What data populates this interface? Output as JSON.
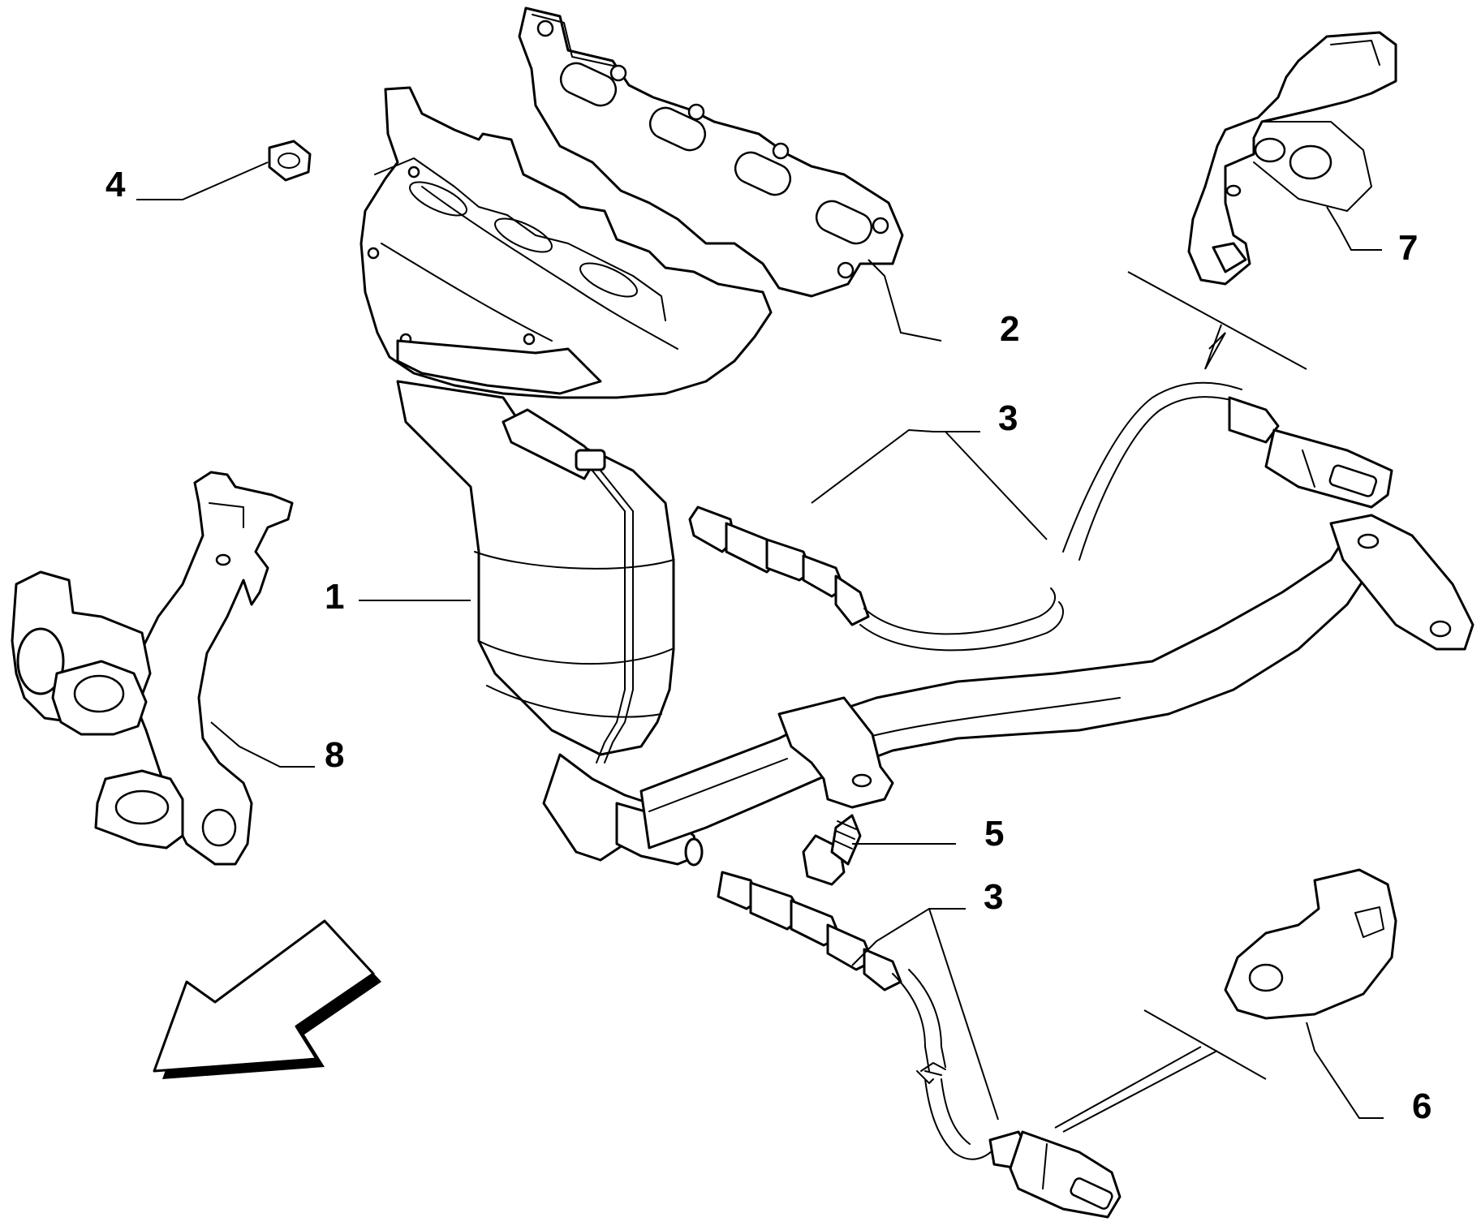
{
  "diagram": {
    "callouts": [
      {
        "id": "1",
        "label": "1",
        "part": "catalytic-manifold"
      },
      {
        "id": "2",
        "label": "2",
        "part": "manifold-gasket"
      },
      {
        "id": "3a",
        "label": "3",
        "part": "oxygen-sensor-upper"
      },
      {
        "id": "3b",
        "label": "3",
        "part": "oxygen-sensor-lower"
      },
      {
        "id": "4",
        "label": "4",
        "part": "nut"
      },
      {
        "id": "5",
        "label": "5",
        "part": "bolt"
      },
      {
        "id": "6",
        "label": "6",
        "part": "sensor-bracket-small"
      },
      {
        "id": "7",
        "label": "7",
        "part": "sensor-bracket-clip"
      },
      {
        "id": "8",
        "label": "8",
        "part": "support-bracket"
      }
    ],
    "direction_arrow": "front-of-vehicle-arrow",
    "colors": {
      "line": "#000000",
      "background": "#ffffff"
    }
  }
}
